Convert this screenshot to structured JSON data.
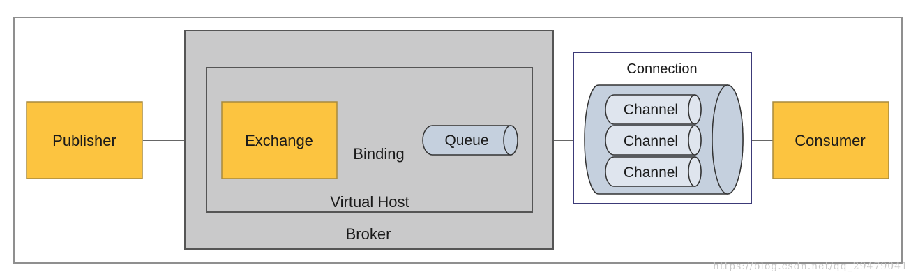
{
  "diagram": {
    "publisher": "Publisher",
    "exchange": "Exchange",
    "binding": "Binding",
    "queue": "Queue",
    "virtual_host": "Virtual Host",
    "broker": "Broker",
    "connection": "Connection",
    "channels": [
      "Channel",
      "Channel",
      "Channel"
    ],
    "consumer": "Consumer"
  },
  "watermark": "https://blog.csdn.net/qq_29479041",
  "colors": {
    "node_fill": "#fcc440",
    "node_stroke": "#a88a3c",
    "broker_fill": "#c9c9ca",
    "connection_stroke": "#3c3a78",
    "cylinder_fill": "#c5d0de",
    "outline": "#555555"
  }
}
